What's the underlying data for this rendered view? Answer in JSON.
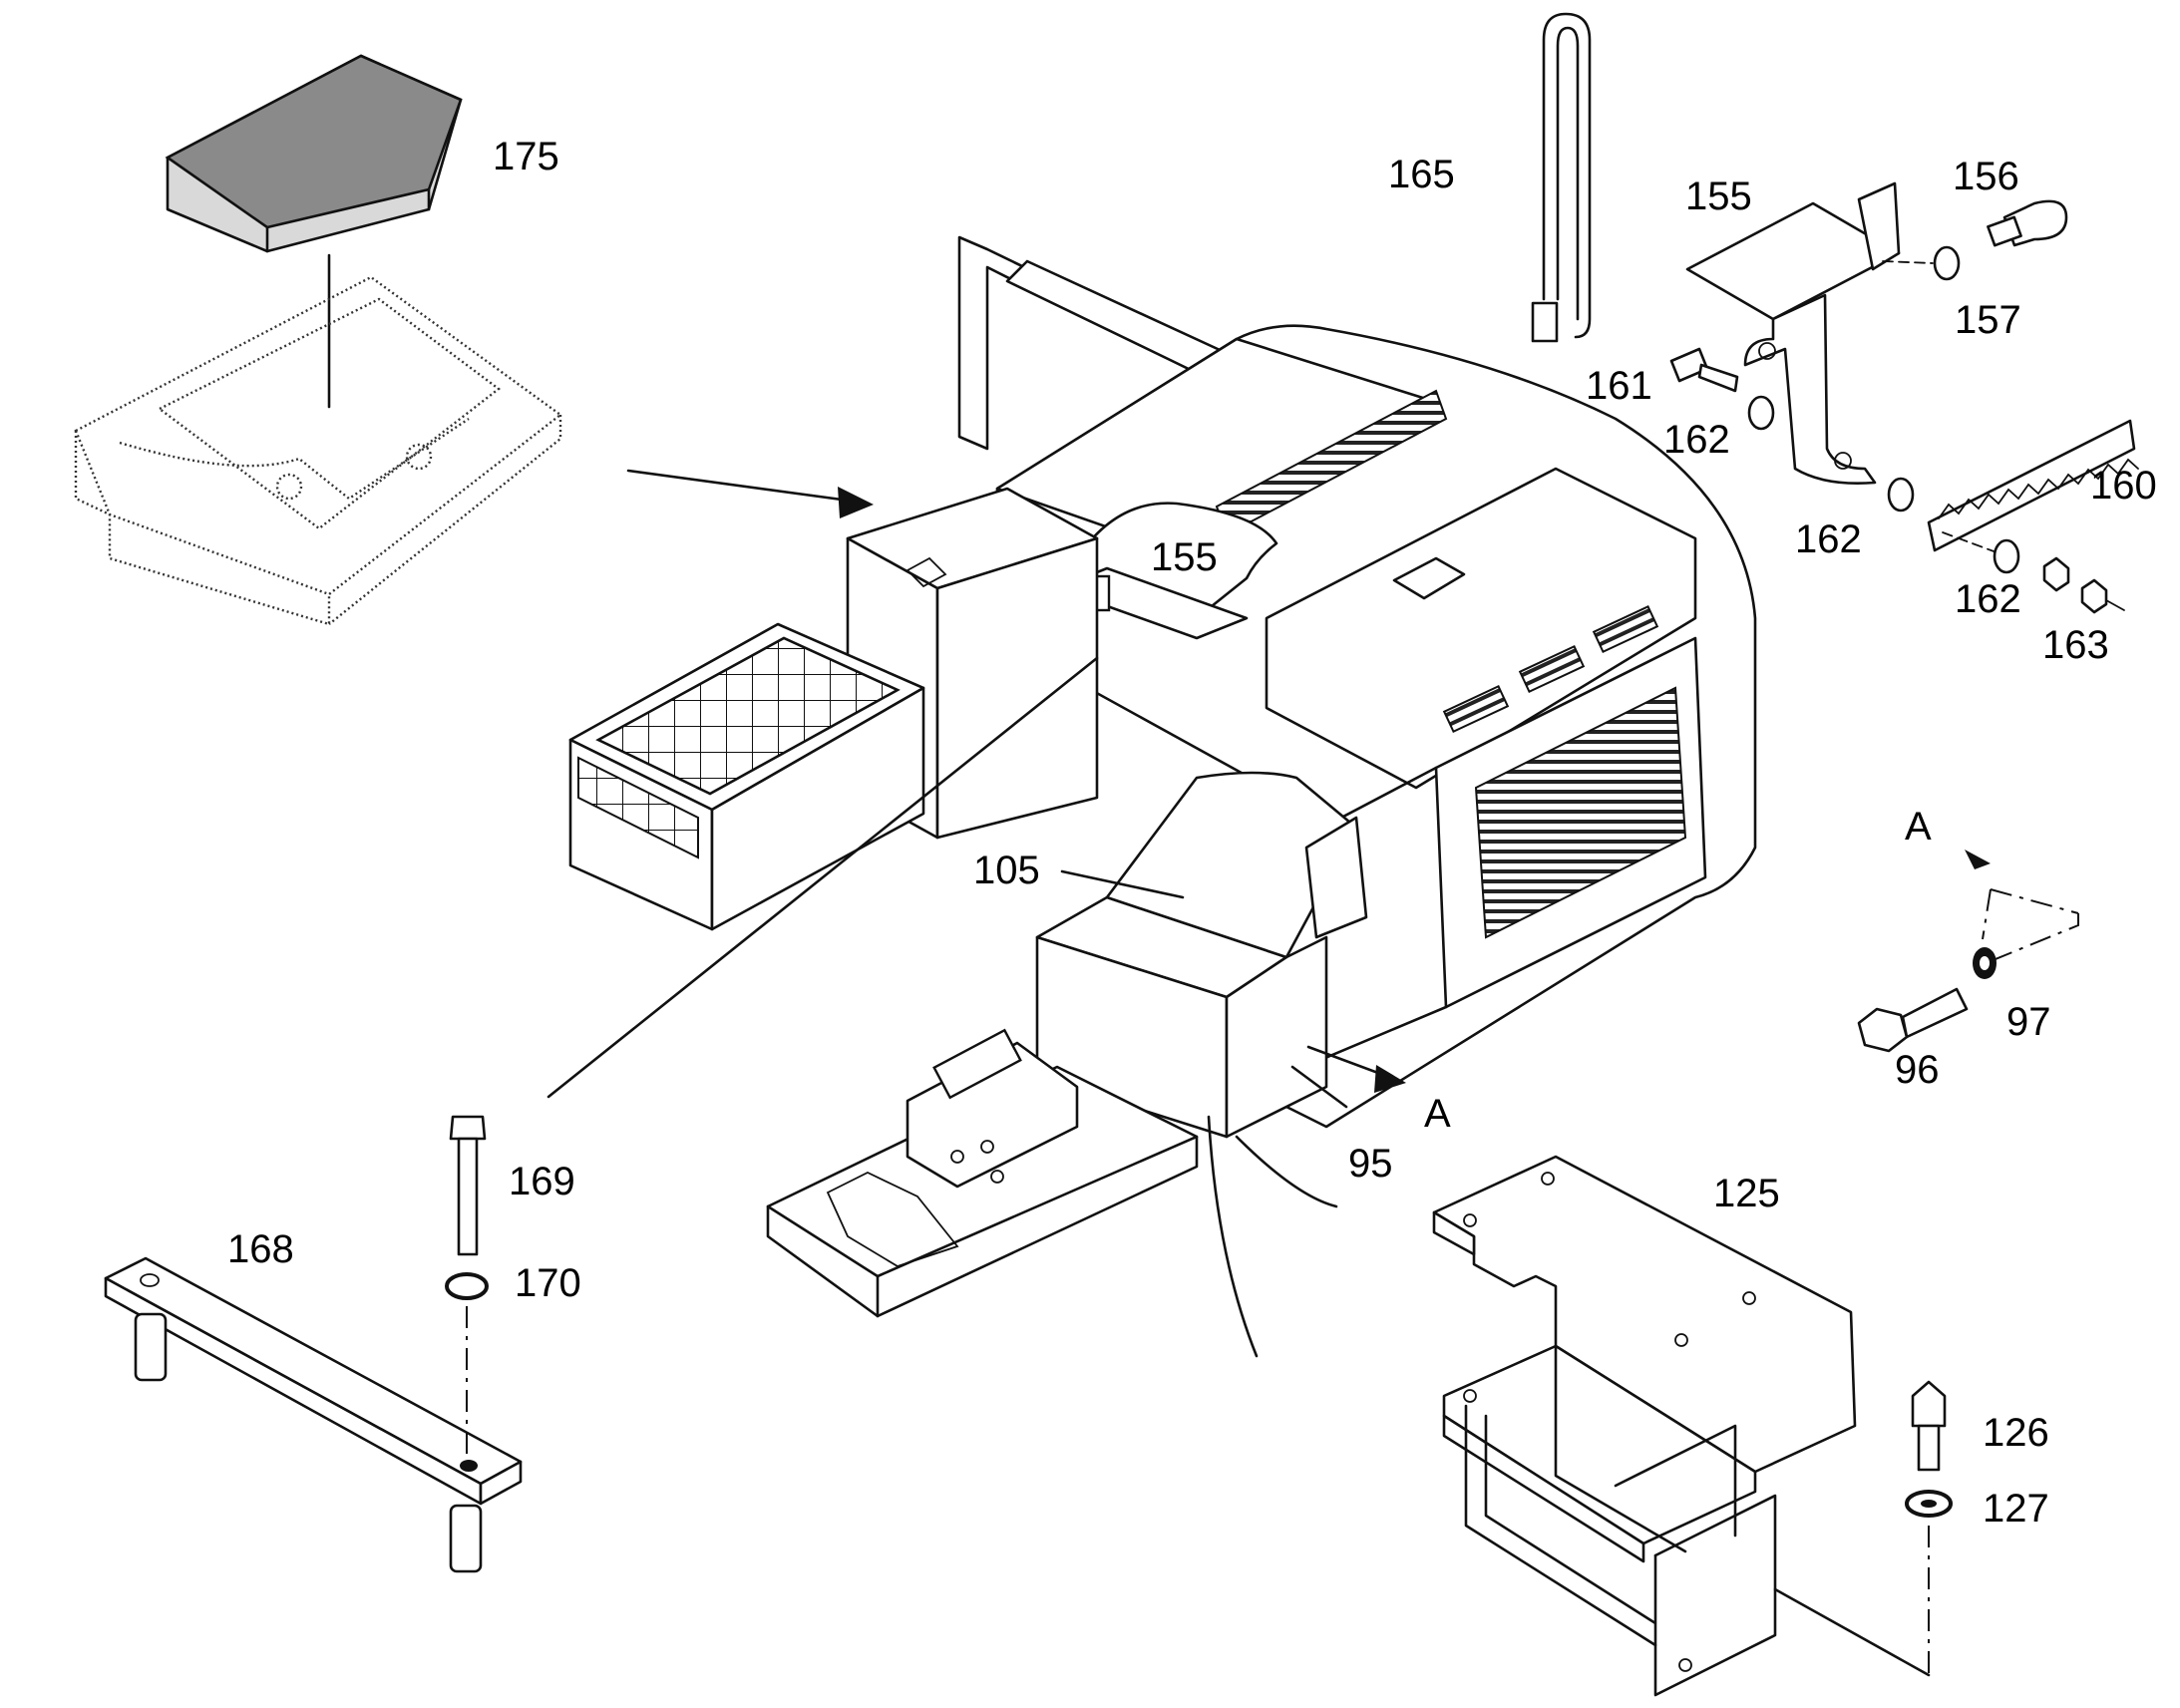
{
  "labels": {
    "p175": "175",
    "p165": "165",
    "p155a": "155",
    "p156": "156",
    "p157": "157",
    "p161": "161",
    "p162a": "162",
    "p160": "160",
    "p162b": "162",
    "p162c": "162",
    "p163": "163",
    "p155b": "155",
    "p105": "105",
    "pA1": "A",
    "pA2": "A",
    "p97": "97",
    "p96": "96",
    "p95": "95",
    "p125": "125",
    "p169": "169",
    "p168": "168",
    "p170": "170",
    "p126": "126",
    "p127": "127"
  }
}
